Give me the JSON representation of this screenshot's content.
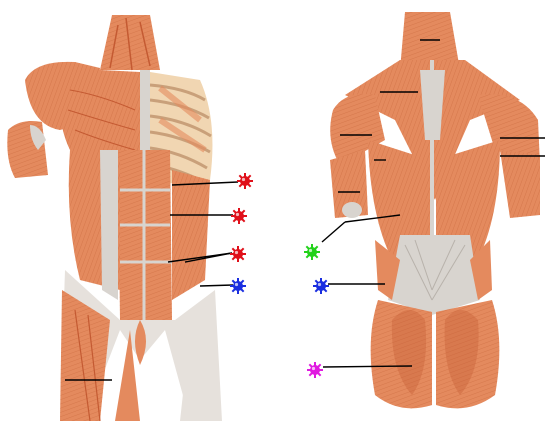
{
  "image": {
    "left_figure": "anterior-torso-muscles",
    "right_figure": "posterior-torso-muscles"
  },
  "markers": [
    {
      "id": "front-marker-1",
      "color": "#e0101a",
      "icon": "asterisk-marker"
    },
    {
      "id": "front-marker-2",
      "color": "#e0101a",
      "icon": "asterisk-marker"
    },
    {
      "id": "front-marker-3",
      "color": "#e0101a",
      "icon": "asterisk-marker"
    },
    {
      "id": "front-marker-4",
      "color": "#1a2ee0",
      "icon": "asterisk-marker"
    },
    {
      "id": "back-marker-1",
      "color": "#22d21a",
      "icon": "asterisk-marker"
    },
    {
      "id": "back-marker-2",
      "color": "#1a2ee0",
      "icon": "asterisk-marker"
    },
    {
      "id": "back-marker-3",
      "color": "#e01ae0",
      "icon": "asterisk-marker"
    }
  ],
  "colors": {
    "muscle": "#e48a5e",
    "muscle_dark": "#c45a32",
    "muscle_light": "#f3b08a",
    "tendon": "#d8d4cf",
    "bone": "#f1d6b2",
    "leader_line": "#000000"
  }
}
